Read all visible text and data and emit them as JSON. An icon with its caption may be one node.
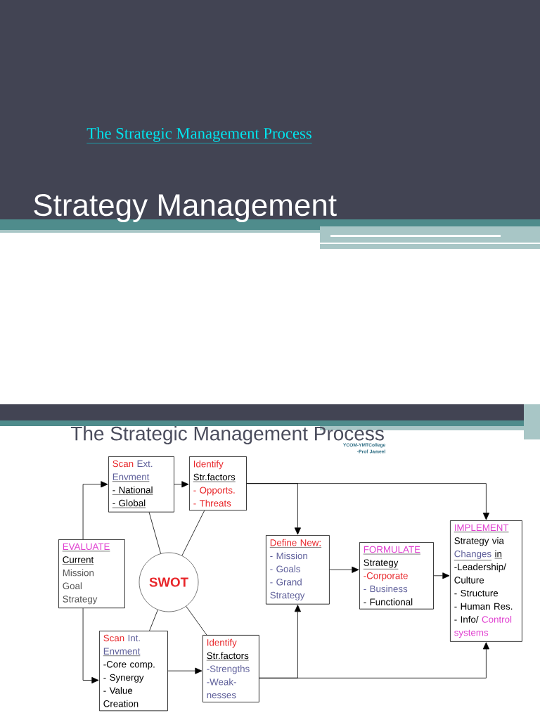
{
  "diagram": {
    "title": "Strategy Management",
    "nodes": [
      {
        "text": [
          "EVALUATE",
          "Current",
          "Mission",
          "Goal",
          "Strategy"
        ]
      },
      {
        "text": [
          "Scan",
          "Ext.",
          "Envment",
          "- National",
          "- Global"
        ]
      },
      {
        "text": [
          "Identify",
          "Str.factors",
          "- Opports.",
          "- Threats"
        ]
      },
      {
        "text": [
          "SWOT"
        ]
      },
      {
        "text": [
          "Scan",
          "Int.",
          "Envment",
          "-Core comp.",
          "- Synergy",
          "- Value Creation"
        ]
      },
      {
        "text": [
          "Identify",
          "Str.factors",
          "-Strengths",
          "-Weak- nesses"
        ]
      },
      {
        "text": [
          "Define New:",
          "- Mission",
          "- Goals",
          "- Grand Strategy"
        ]
      },
      {
        "text": [
          "FORMULATE",
          "Strategy",
          "-Corporate",
          "- Business",
          "- Functional"
        ]
      },
      {
        "text": [
          "IMPLEMENT",
          "Strategy via",
          "Changes",
          "in",
          "-Leadership/ Culture",
          "- Structure",
          "- Human Res.",
          "- Info/",
          "Control systems"
        ]
      }
    ],
    "edges": [
      {
        "from": 0,
        "to": 1,
        "arrow": "to"
      },
      {
        "from": 0,
        "to": 4,
        "arrow": "to"
      },
      {
        "from": 1,
        "to": 2,
        "arrow": "to"
      },
      {
        "from": 2,
        "to": 6,
        "arrow": "to"
      },
      {
        "from": 2,
        "to": 8,
        "arrow": "to"
      },
      {
        "from": 6,
        "to": 7,
        "arrow": "to"
      },
      {
        "from": 7,
        "to": 8,
        "arrow": "to"
      },
      {
        "from": 4,
        "to": 5,
        "arrow": "to"
      },
      {
        "from": 5,
        "to": 6,
        "arrow": "to"
      },
      {
        "from": 5,
        "to": 8,
        "arrow": "to"
      },
      {
        "from": 1,
        "to": 3,
        "arrow": "none"
      },
      {
        "from": 2,
        "to": 3,
        "arrow": "none"
      },
      {
        "from": 3,
        "to": 4,
        "arrow": "none"
      },
      {
        "from": 3,
        "to": 5,
        "arrow": "none"
      }
    ],
    "labels": [
      "The Strategic Management Process",
      "The Strategic Management Process",
      "YCOM-YMTCollege -Prof Jameel"
    ]
  }
}
